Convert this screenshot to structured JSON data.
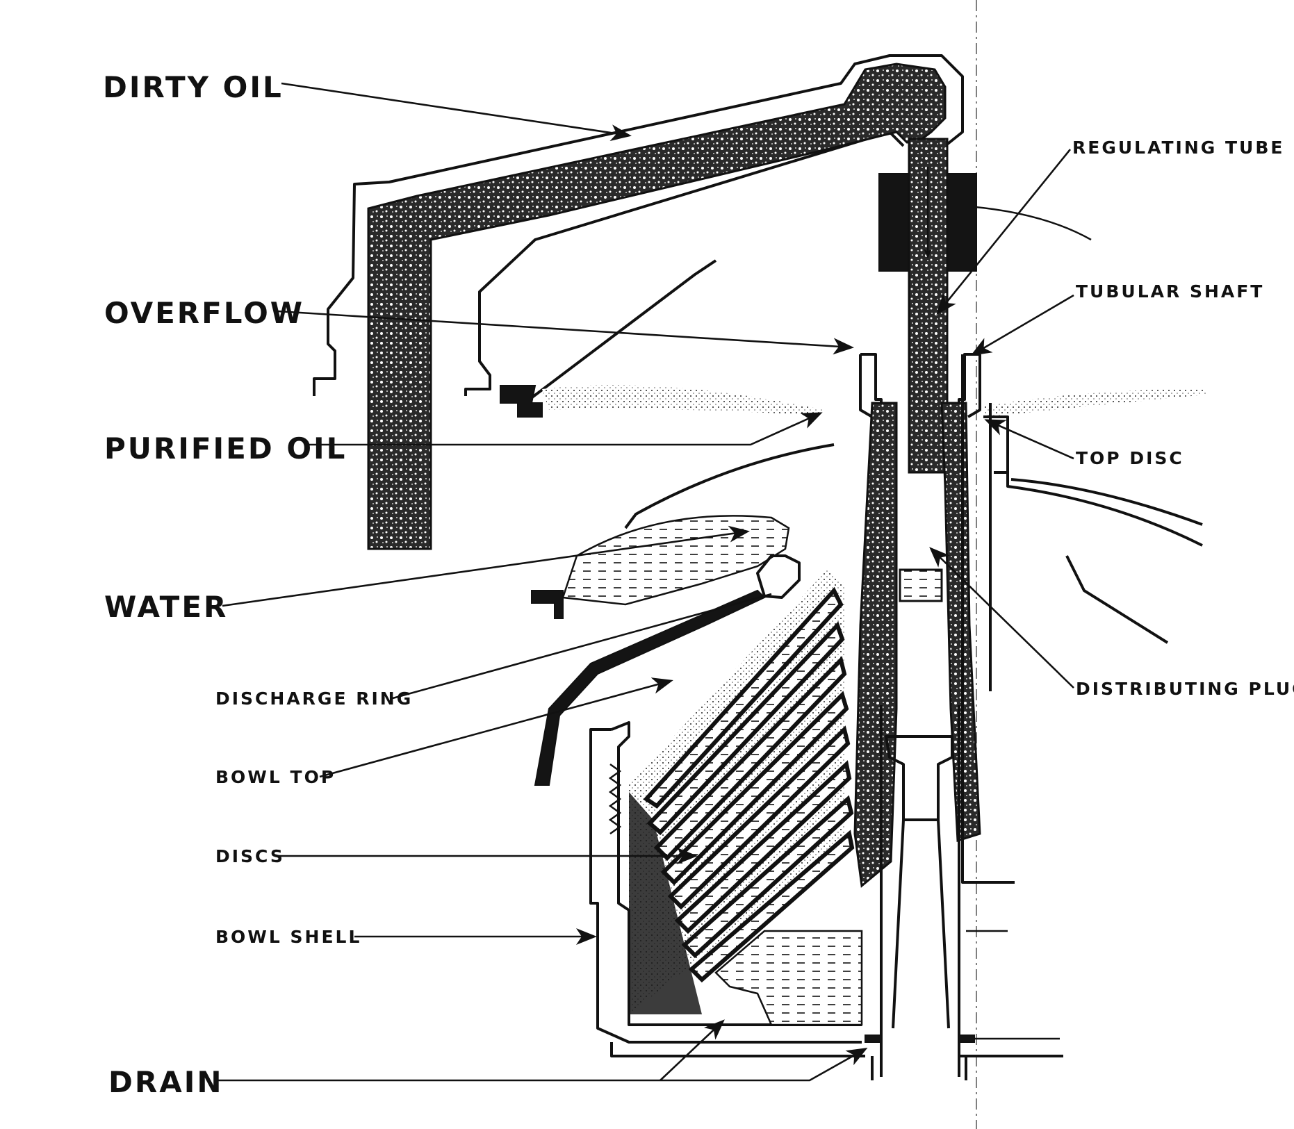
{
  "labels": {
    "dirty_oil": "DIRTY OIL",
    "overflow": "OVERFLOW",
    "purified_oil": "PURIFIED OIL",
    "water": "WATER",
    "discharge_ring": "DISCHARGE RING",
    "bowl_top": "BOWL TOP",
    "discs": "DISCS",
    "bowl_shell": "BOWL SHELL",
    "drain": "DRAIN",
    "regulating_tube": "REGULATING TUBE",
    "tubular_shaft": "TUBULAR SHAFT",
    "top_disc": "TOP DISC",
    "distributing_plug": "DISTRIBUTING PLUG"
  },
  "colors": {
    "ink": "#111111",
    "paper": "#ffffff"
  }
}
